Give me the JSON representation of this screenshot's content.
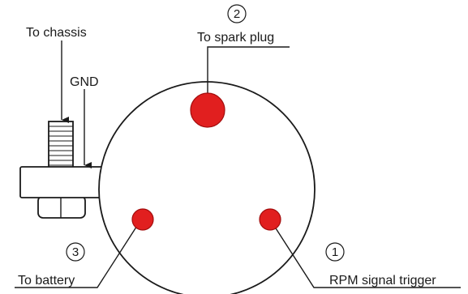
{
  "labels": {
    "chassis": "To chassis",
    "gnd": "GND",
    "spark_plug": "To spark plug",
    "battery": "To battery",
    "rpm_trigger": "RPM signal trigger"
  },
  "markers": {
    "spark_plug": "2",
    "battery": "3",
    "rpm_trigger": "1"
  },
  "colors": {
    "terminal": "#e11f1f",
    "terminal_edge": "#a30d0d",
    "line": "#1a1a1a"
  }
}
